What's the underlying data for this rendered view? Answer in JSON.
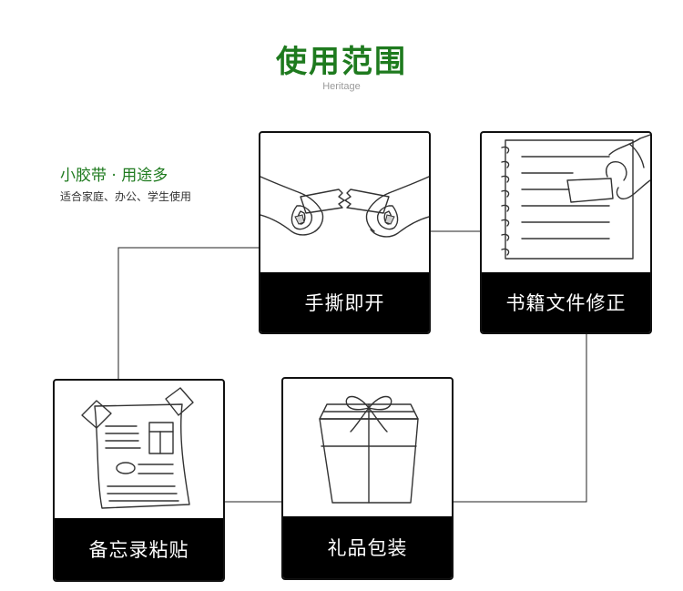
{
  "header": {
    "title": "使用范围",
    "subtitle": "Heritage"
  },
  "intro": {
    "heading": "小胶带 · 用途多",
    "text": "适合家庭、办公、学生使用"
  },
  "cards": {
    "tear": {
      "label": "手撕即开",
      "icon": "hands-tearing-tape-icon"
    },
    "book": {
      "label": "书籍文件修正",
      "icon": "notebook-tape-icon"
    },
    "memo": {
      "label": "备忘录粘贴",
      "icon": "taped-memo-icon"
    },
    "gift": {
      "label": "礼品包装",
      "icon": "gift-box-icon"
    }
  },
  "colors": {
    "accent": "#1e7a1e",
    "label_bg": "#000000",
    "label_text": "#ffffff",
    "line": "#222222"
  }
}
